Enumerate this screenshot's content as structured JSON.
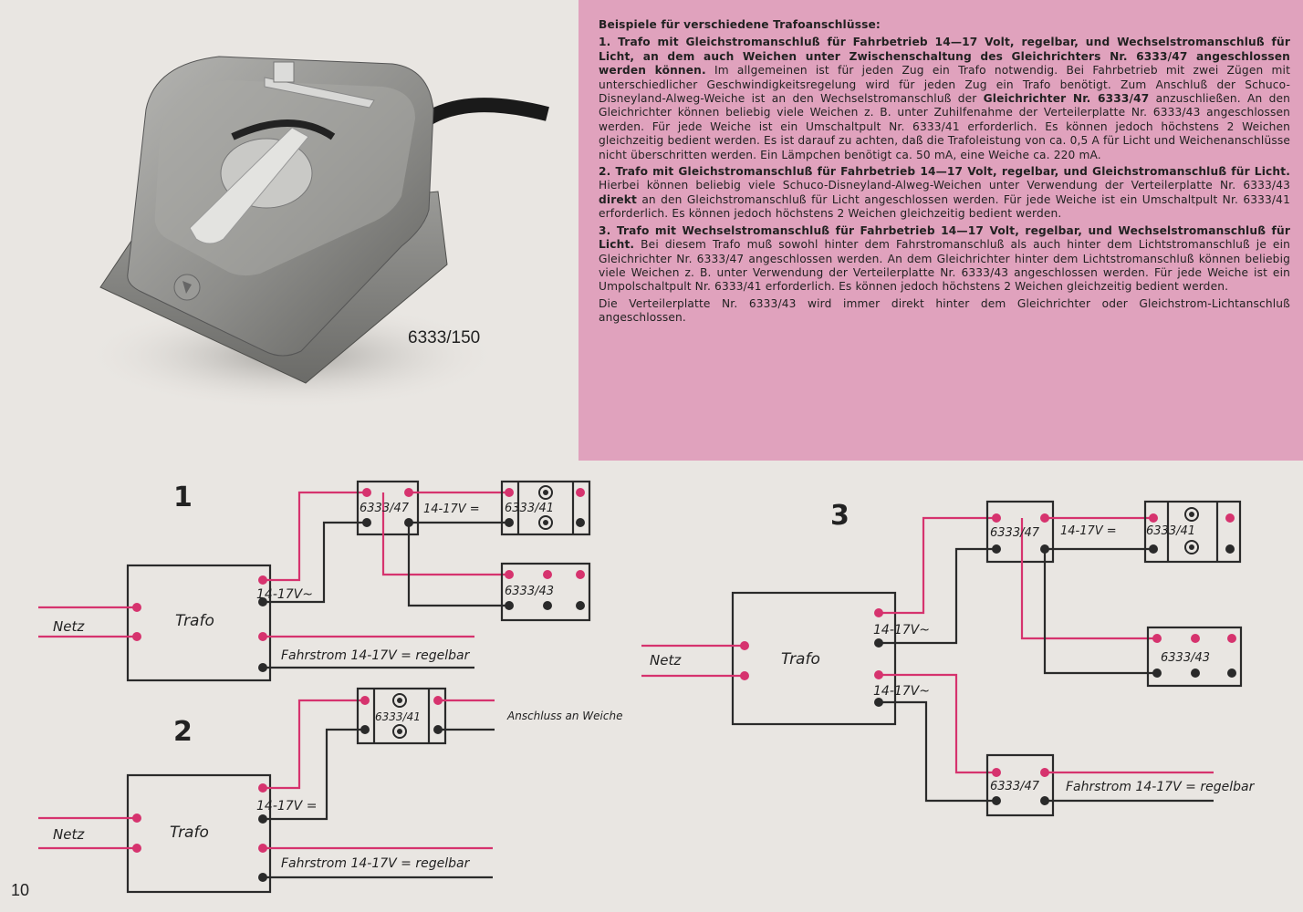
{
  "photo": {
    "caption": "6333/150"
  },
  "text": {
    "heading": "Beispiele für verschiedene Trafoanschlüsse:",
    "p1_bold": "1. Trafo mit Gleichstromanschluß für Fahrbetrieb 14—17 Volt, regelbar, und Wechselstromanschluß für Licht, an dem auch Weichen unter Zwischenschaltung des Gleichrichters Nr. 6333/47 angeschlossen werden können.",
    "p1_a": " Im allgemeinen ist für jeden Zug ein Trafo notwendig. Bei Fahrbetrieb mit zwei Zügen mit unterschiedlicher Geschwindigkeitsregelung wird für jeden Zug ein Trafo benötigt. Zum Anschluß der Schuco-Disneyland-Alweg-Weiche ist an den Wechselstromanschluß der ",
    "p1_bold2": "Gleichrichter Nr. 6333/47",
    "p1_b": " anzuschließen. An den Gleichrichter können beliebig viele Weichen z. B. unter Zuhilfenahme der Verteilerplatte Nr. 6333/43 angeschlossen werden. Für jede Weiche ist ein Umschaltpult Nr. 6333/41 erforderlich. Es können jedoch höchstens 2 Weichen gleichzeitig bedient werden. Es ist darauf zu achten, daß die Trafoleistung von ca. 0,5 A für Licht und Weichenanschlüsse nicht überschritten werden. Ein Lämpchen benötigt ca. 50 mA, eine Weiche ca. 220 mA.",
    "p2_bold": "2. Trafo mit Gleichstromanschluß für Fahrbetrieb 14—17 Volt, regelbar, und Gleichstromanschluß für Licht.",
    "p2_a": " Hierbei können beliebig viele Schuco-Disneyland-Alweg-Weichen unter Verwendung der Verteilerplatte Nr. 6333/43 ",
    "p2_bold2": "direkt",
    "p2_b": " an den Gleichstromanschluß für Licht angeschlossen werden. Für jede Weiche ist ein Umschaltpult Nr. 6333/41 erforderlich. Es können jedoch höchstens 2 Weichen gleichzeitig bedient werden.",
    "p3_bold": "3. Trafo mit Wechselstromanschluß für Fahrbetrieb 14—17 Volt, regelbar, und Wechselstromanschluß für Licht.",
    "p3_a": " Bei diesem Trafo muß sowohl hinter dem Fahrstromanschluß als auch hinter dem Lichtstromanschluß je ein Gleichrichter Nr. 6333/47 angeschlossen werden. An dem Gleichrichter hinter dem Lichtstromanschluß können beliebig viele Weichen z. B. unter Verwendung der Verteilerplatte Nr. 6333/43 angeschlossen werden. Für jede Weiche ist ein Umpolschaltpult Nr. 6333/41 erforderlich. Es können jedoch höchstens 2 Weichen gleichzeitig bedient werden.",
    "p4": "Die Verteilerplatte Nr. 6333/43 wird immer direkt hinter dem Gleichrichter oder Gleichstrom-Lichtanschluß angeschlossen."
  },
  "diagrams": {
    "d1": {
      "number": "1",
      "netz": "Netz",
      "trafo": "Trafo",
      "ac_label": "14-17V~",
      "fahrstrom": "Fahrstrom 14-17V = regelbar",
      "rectifier": "6333/47",
      "dc_label": "14-17V =",
      "switch": "6333/41",
      "distributor": "6333/43"
    },
    "d2": {
      "number": "2",
      "netz": "Netz",
      "trafo": "Trafo",
      "dc_label": "14-17V =",
      "fahrstrom": "Fahrstrom 14-17V = regelbar",
      "switch": "6333/41",
      "anschluss": "Anschluss an Weiche"
    },
    "d3": {
      "number": "3",
      "netz": "Netz",
      "trafo": "Trafo",
      "ac_label_1": "14-17V~",
      "ac_label_2": "14-17V~",
      "rectifier_top": "6333/47",
      "dc_label": "14-17V =",
      "switch": "6333/41",
      "distributor": "6333/43",
      "rectifier_bottom": "6333/47",
      "fahrstrom": "Fahrstrom 14-17V = regelbar"
    }
  },
  "colors": {
    "pink_box": "#e0a2bd",
    "wire_pink": "#d6336e",
    "wire_dark": "#2a2a2a",
    "paper": "#e9e6e2"
  },
  "page_number": "10"
}
